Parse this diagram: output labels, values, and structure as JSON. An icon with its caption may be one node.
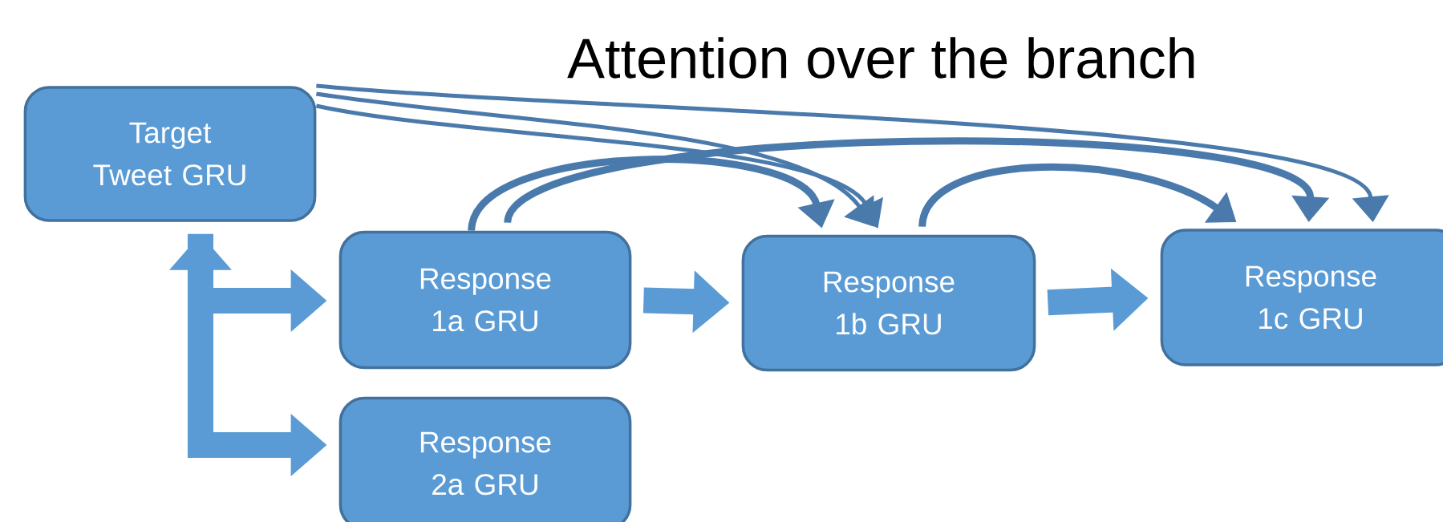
{
  "diagram": {
    "title": "Attention over the branch",
    "nodes": [
      {
        "text": [
          "Target Tweet GRU"
        ]
      },
      {
        "text": [
          "Response 1a GRU"
        ]
      },
      {
        "text": [
          "Response 1b GRU"
        ]
      },
      {
        "text": [
          "Response 1c GRU"
        ]
      },
      {
        "text": [
          "Response 2a GRU"
        ]
      }
    ],
    "edges": [
      {
        "from": 1,
        "to": 2,
        "arrow": "to",
        "style": "thick"
      },
      {
        "from": 2,
        "to": 3,
        "arrow": "to",
        "style": "thick"
      },
      {
        "from": 0,
        "to": 1,
        "arrow": "both",
        "style": "thick"
      },
      {
        "from": 0,
        "to": 4,
        "arrow": "to",
        "style": "thick"
      },
      {
        "from": 0,
        "to": 2,
        "arrow": "to"
      },
      {
        "from": 0,
        "to": 2,
        "arrow": "to"
      },
      {
        "from": 1,
        "to": 2,
        "arrow": "to"
      },
      {
        "from": 0,
        "to": 3,
        "arrow": "to"
      },
      {
        "from": 1,
        "to": 3,
        "arrow": "to"
      },
      {
        "from": 2,
        "to": 3,
        "arrow": "to"
      }
    ]
  }
}
